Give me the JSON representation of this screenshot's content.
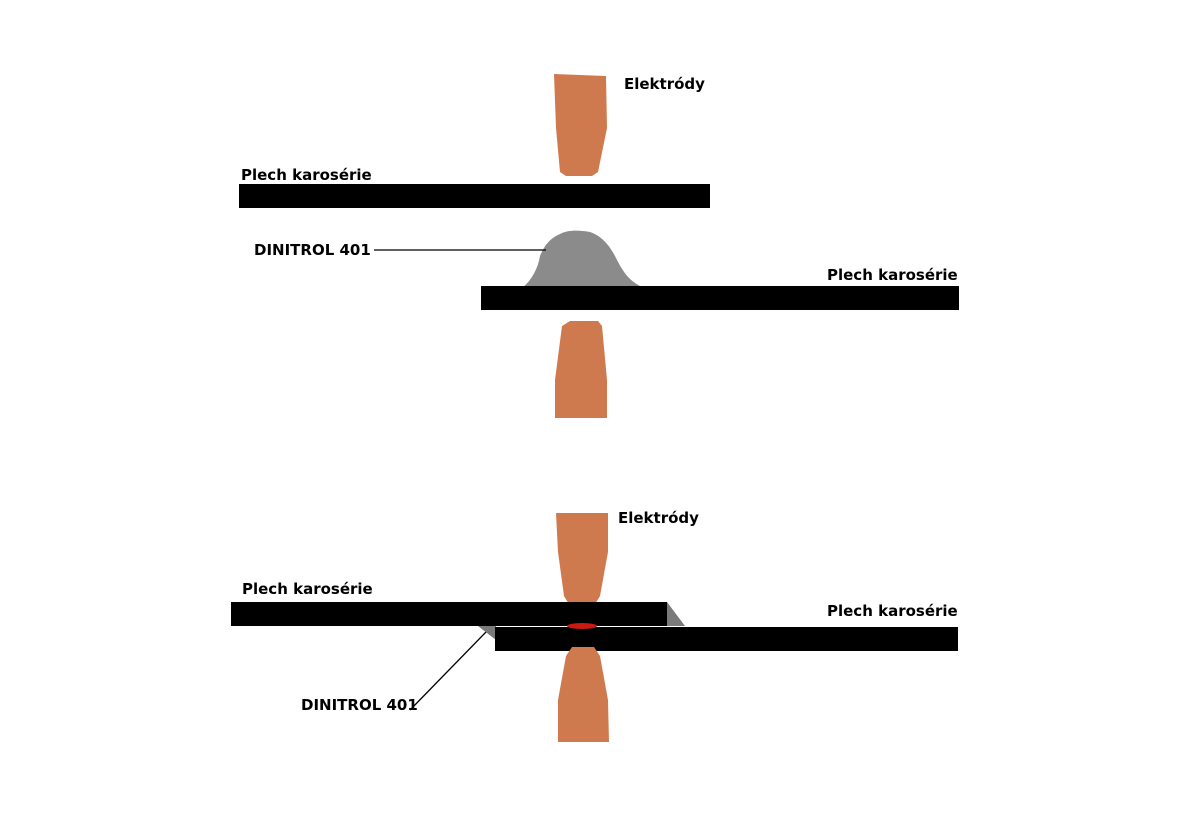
{
  "top_diagram": {
    "electrodes_label": "Elektródy",
    "upper_sheet_label": "Plech karosérie",
    "lower_sheet_label": "Plech karosérie",
    "sealant_label": "DINITROL 401"
  },
  "bottom_diagram": {
    "electrodes_label": "Elektródy",
    "upper_sheet_label": "Plech karosérie",
    "lower_sheet_label": "Plech karosérie",
    "sealant_label": "DINITROL 401"
  },
  "colors": {
    "electrode": "#CF7A4E",
    "sheet": "#000000",
    "sealant": "#8B8B8B",
    "sealant_film": "#7A7A7A",
    "weld_nugget": "#C81A10",
    "background": "#FFFFFF"
  }
}
